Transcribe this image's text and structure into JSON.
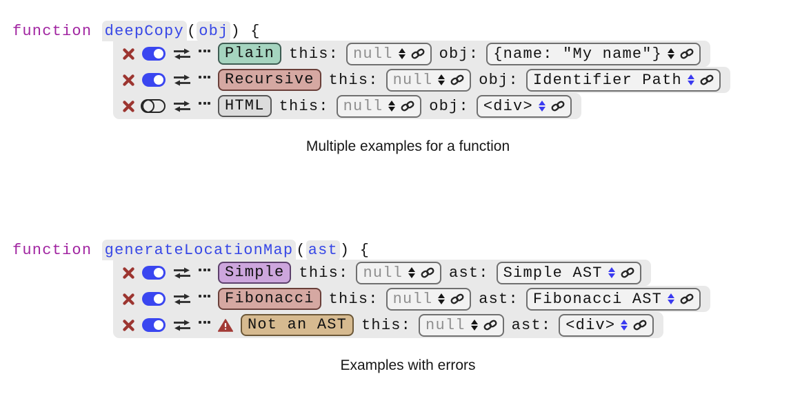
{
  "captions": {
    "block1": "Multiple examples for a function",
    "block2": "Examples with errors"
  },
  "labels": {
    "this": "this:"
  },
  "icons": {
    "remove": "heavy-x",
    "toggle": "on-off-switch",
    "swap": "swap-arrows",
    "more": "three-dots",
    "stepper": "up-down-triangles",
    "link": "chain-link",
    "warning": "warning-triangle"
  },
  "colors": {
    "panel_bg": "#e9e9e9",
    "toggle_on_blue": "#3a46f0",
    "remove_red": "#9c3530",
    "warning_red": "#a23a36",
    "code_keyword_purple": "#a125a1",
    "code_name_blue": "#3747e6",
    "muted_value_gray": "#8f8f8f",
    "stepper_blue": "#3a3af0"
  },
  "blocks": [
    {
      "signature": {
        "keyword": "function",
        "name": "deepCopy",
        "paren_open": "(",
        "param": "obj",
        "suffix": ") {"
      },
      "examples": [
        {
          "name": "Plain",
          "badge_style": "background:#a5d4bf;border-color:#3d5c52",
          "toggle_class": "toggle on",
          "this_value": "null",
          "arg_label": "obj:",
          "arg_value": "{name: \"My name\"}",
          "arg_stepper_class": "stepper black"
        },
        {
          "name": "Recursive",
          "badge_style": "background:#d5a8a2;border-color:#693f39",
          "toggle_class": "toggle on",
          "this_value": "null",
          "arg_label": "obj:",
          "arg_value": "Identifier Path",
          "arg_stepper_class": "stepper blue"
        },
        {
          "name": "HTML",
          "badge_style": "background:#dcdcdc;border-color:#565656",
          "toggle_class": "toggle off",
          "this_value": "null",
          "arg_label": "obj:",
          "arg_value": "<div>",
          "arg_stepper_class": "stepper blue"
        }
      ]
    },
    {
      "signature": {
        "keyword": "function",
        "name": "generateLocationMap",
        "paren_open": "(",
        "param": "ast",
        "suffix": ") {"
      },
      "examples": [
        {
          "name": "Simple",
          "badge_style": "background:#cda6dd;border-color:#5c3f6b",
          "toggle_class": "toggle on",
          "this_value": "null",
          "arg_label": "ast:",
          "arg_value": "Simple AST",
          "arg_stepper_class": "stepper blue"
        },
        {
          "name": "Fibonacci",
          "badge_style": "background:#d5a8a2;border-color:#693f39",
          "toggle_class": "toggle on",
          "this_value": "null",
          "arg_label": "ast:",
          "arg_value": "Fibonacci AST",
          "arg_stepper_class": "stepper blue"
        },
        {
          "name": "Not an AST",
          "badge_style": "background:#d6ba90;border-color:#6b5737",
          "toggle_class": "toggle on",
          "this_value": "null",
          "arg_label": "ast:",
          "arg_value": "<div>",
          "arg_stepper_class": "stepper blue",
          "warning": true
        }
      ]
    }
  ]
}
